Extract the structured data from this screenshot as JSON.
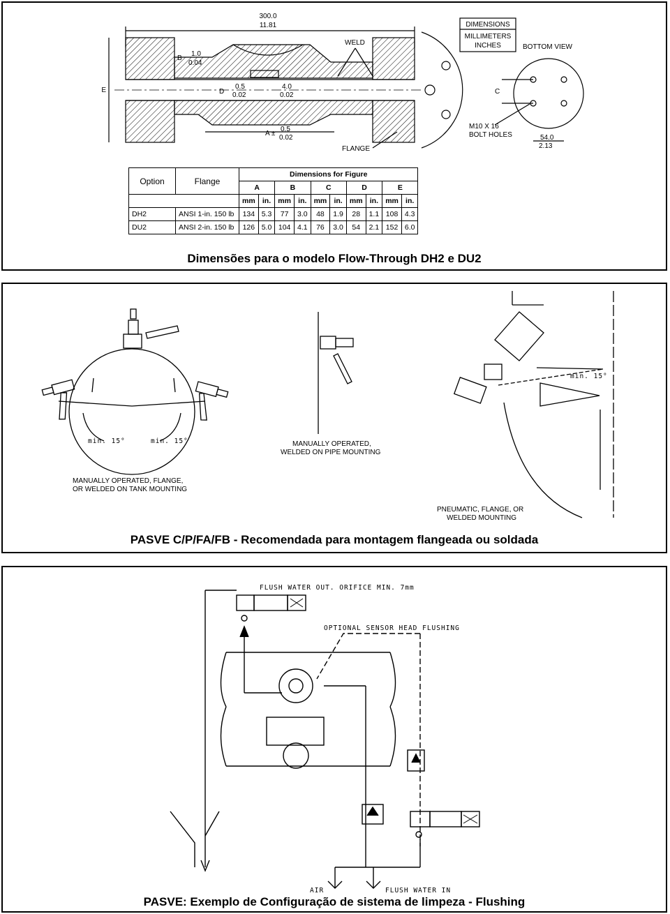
{
  "drawing1": {
    "dim_overall_mm": "300.0",
    "dim_overall_in": "11.81",
    "b_label": "B",
    "b_mm": "1.0",
    "b_in": "0.04",
    "d_label": "D",
    "d_mm": "0.5",
    "d_in": "0.02",
    "mid_mm": "4.0",
    "mid_in": "0.02",
    "e_label": "E",
    "a_label": "A ±",
    "a_mm": "0.5",
    "a_in": "0.02",
    "weld": "WELD",
    "flange": "FLANGE",
    "legend_title": "DIMENSIONS",
    "legend_mm": "MILLIMETERS",
    "legend_in": "INCHES",
    "bottom_view": "BOTTOM VIEW",
    "c_label": "C",
    "bolt_holes_1": "M10 X 16",
    "bolt_holes_2": "BOLT HOLES",
    "bolt_mm": "54.0",
    "bolt_in": "2.13"
  },
  "table": {
    "title": "Dimensions for Figure",
    "option_header": "Option",
    "flange_header": "Flange",
    "columns": [
      "A",
      "B",
      "C",
      "D",
      "E"
    ],
    "units": [
      "mm",
      "in.",
      "mm",
      "in.",
      "mm",
      "in.",
      "mm",
      "in.",
      "mm",
      "in."
    ],
    "rows": [
      {
        "option": "DH2",
        "flange": "ANSI 1-in. 150 lb",
        "values": [
          "134",
          "5.3",
          "77",
          "3.0",
          "48",
          "1.9",
          "28",
          "1.1",
          "108",
          "4.3"
        ]
      },
      {
        "option": "DU2",
        "flange": "ANSI 2-in. 150 lb",
        "values": [
          "126",
          "5.0",
          "104",
          "4.1",
          "76",
          "3.0",
          "54",
          "2.1",
          "152",
          "6.0"
        ]
      }
    ]
  },
  "caption1": "Dimensões para o modelo Flow-Through  DH2 e DU2",
  "drawing2": {
    "min15_left": "min. 15°",
    "min15_right": "min. 15°",
    "min15_pneu": "min. 15°",
    "tank_l1": "MANUALLY OPERATED, FLANGE,",
    "tank_l2": "OR WELDED ON TANK MOUNTING",
    "pipe_l1": "MANUALLY OPERATED,",
    "pipe_l2": "WELDED ON PIPE MOUNTING",
    "pneu_l1": "PNEUMATIC, FLANGE, OR",
    "pneu_l2": "WELDED MOUNTING"
  },
  "caption2": "PASVE C/P/FA/FB - Recomendada para montagem flangeada ou soldada",
  "drawing3": {
    "flush_out": "FLUSH WATER OUT. ORIFICE MIN. 7mm",
    "optional": "OPTIONAL SENSOR HEAD FLUSHING",
    "air": "AIR",
    "flush_in": "FLUSH WATER IN"
  },
  "caption3": "PASVE: Exemplo de Configuração de sistema de limpeza - Flushing"
}
